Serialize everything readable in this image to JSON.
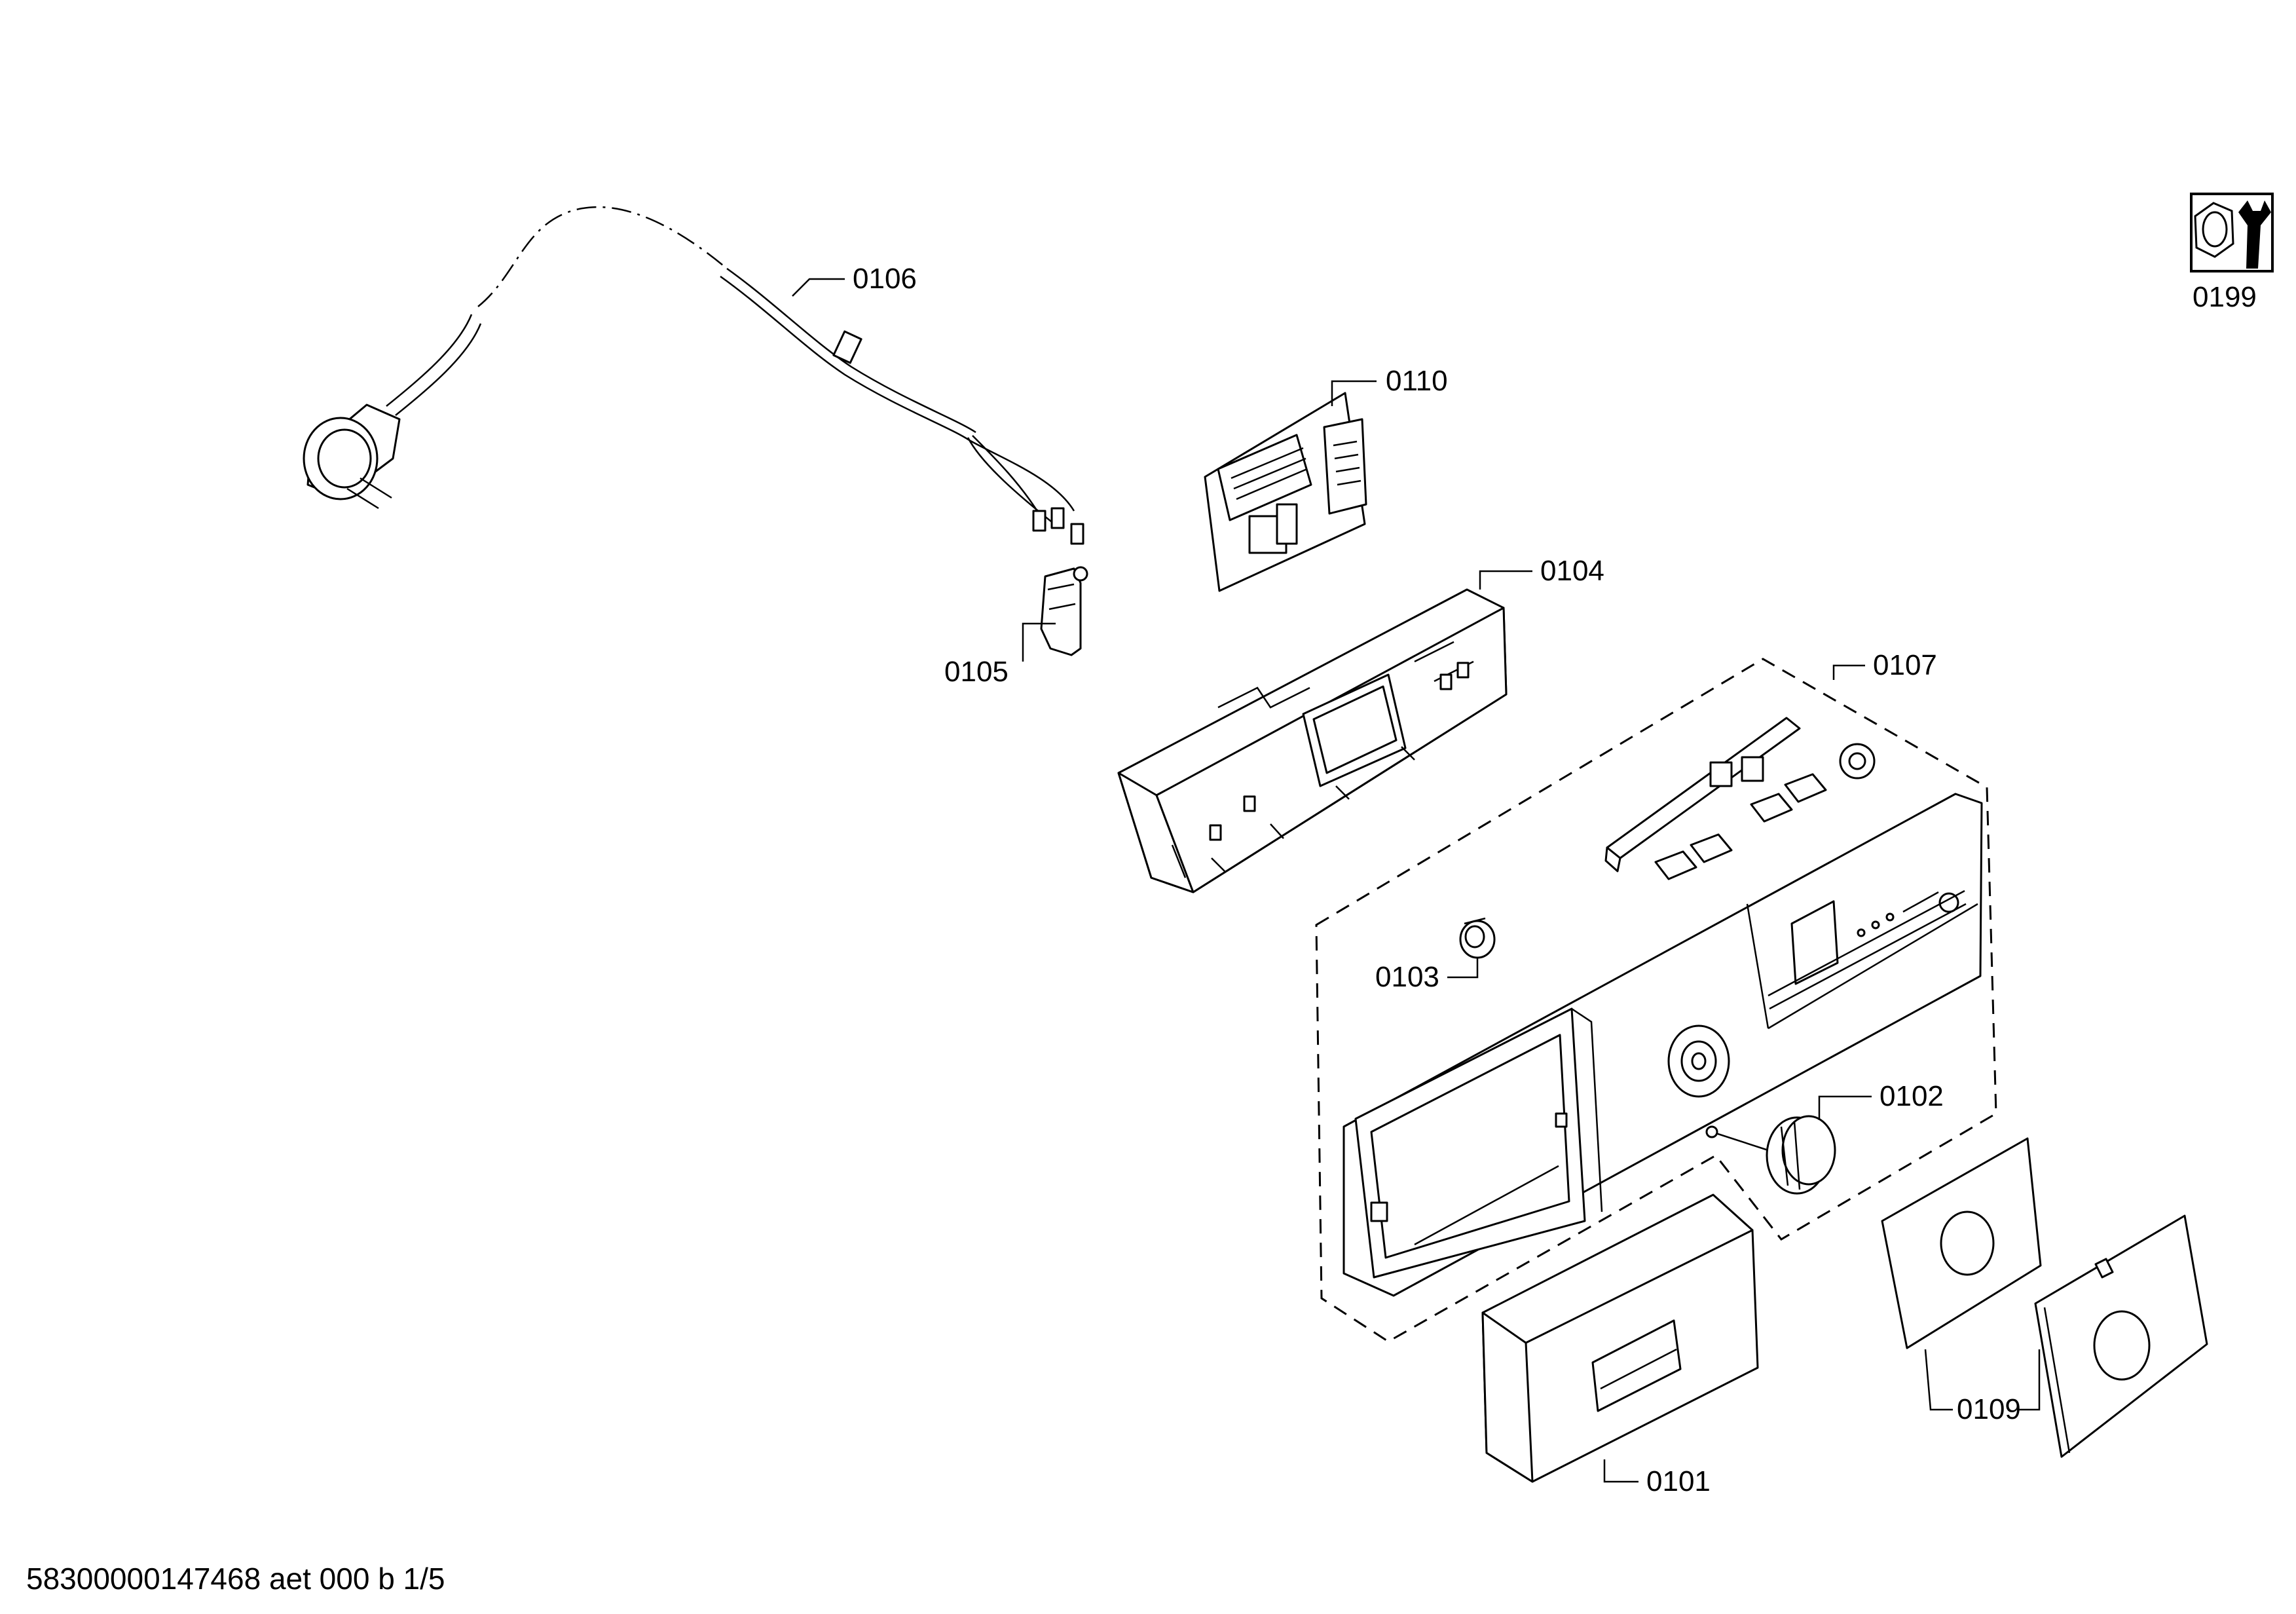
{
  "labels": {
    "p0101": "0101",
    "p0102": "0102",
    "p0103": "0103",
    "p0104": "0104",
    "p0105": "0105",
    "p0106": "0106",
    "p0107": "0107",
    "p0109": "0109",
    "p0110": "0110",
    "p0199": "0199"
  },
  "icons": {
    "tool": "nut-and-wrench-icon"
  },
  "footer": {
    "document_code": "58300000147468 aet 000 b 1/5"
  }
}
